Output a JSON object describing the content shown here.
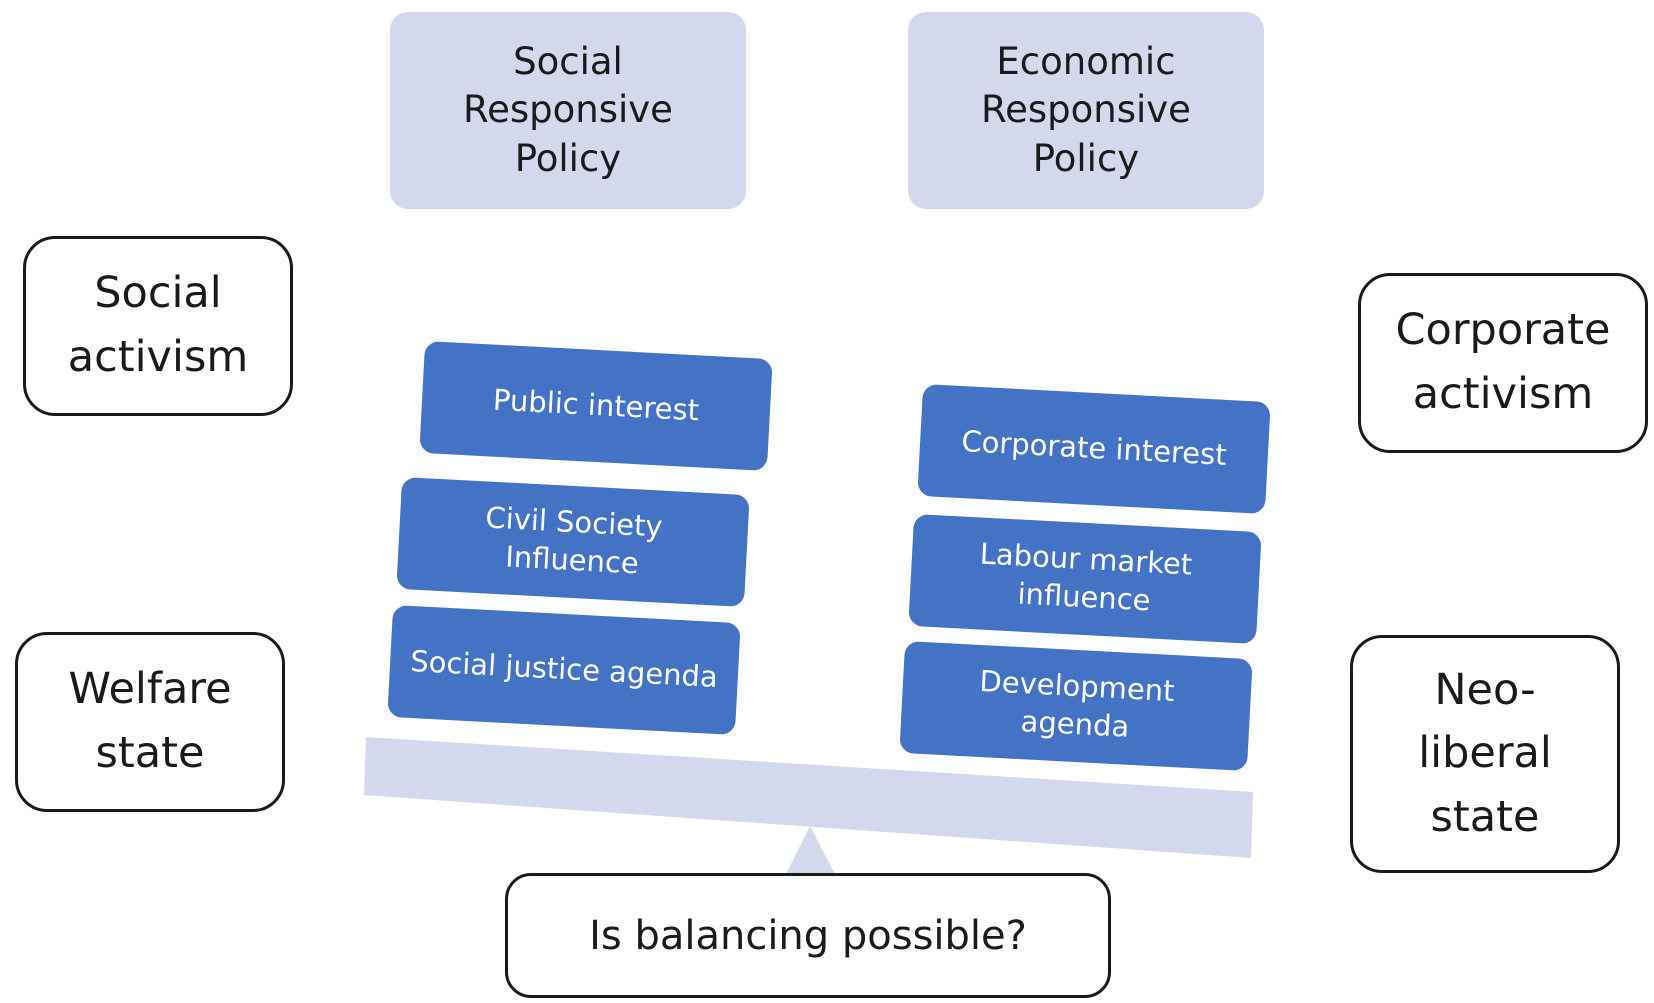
{
  "colors": {
    "policy_fill": "#d3d8ec",
    "block_fill": "#4472c4",
    "beam_fill": "#d3d8ec",
    "outline": "#1a1a1a"
  },
  "policies": {
    "social": "Social\nResponsive\nPolicy",
    "economic": "Economic\nResponsive\nPolicy"
  },
  "left": {
    "activism": "Social\nactivism",
    "state": "Welfare\nstate",
    "blocks": [
      "Public interest",
      "Civil Society\nInfluence",
      "Social justice agenda"
    ]
  },
  "right": {
    "activism": "Corporate\nactivism",
    "state": "Neo-\nliberal\nstate",
    "blocks": [
      "Corporate interest",
      "Labour market\ninfluence",
      "Development\nagenda"
    ]
  },
  "question": "Is balancing possible?"
}
